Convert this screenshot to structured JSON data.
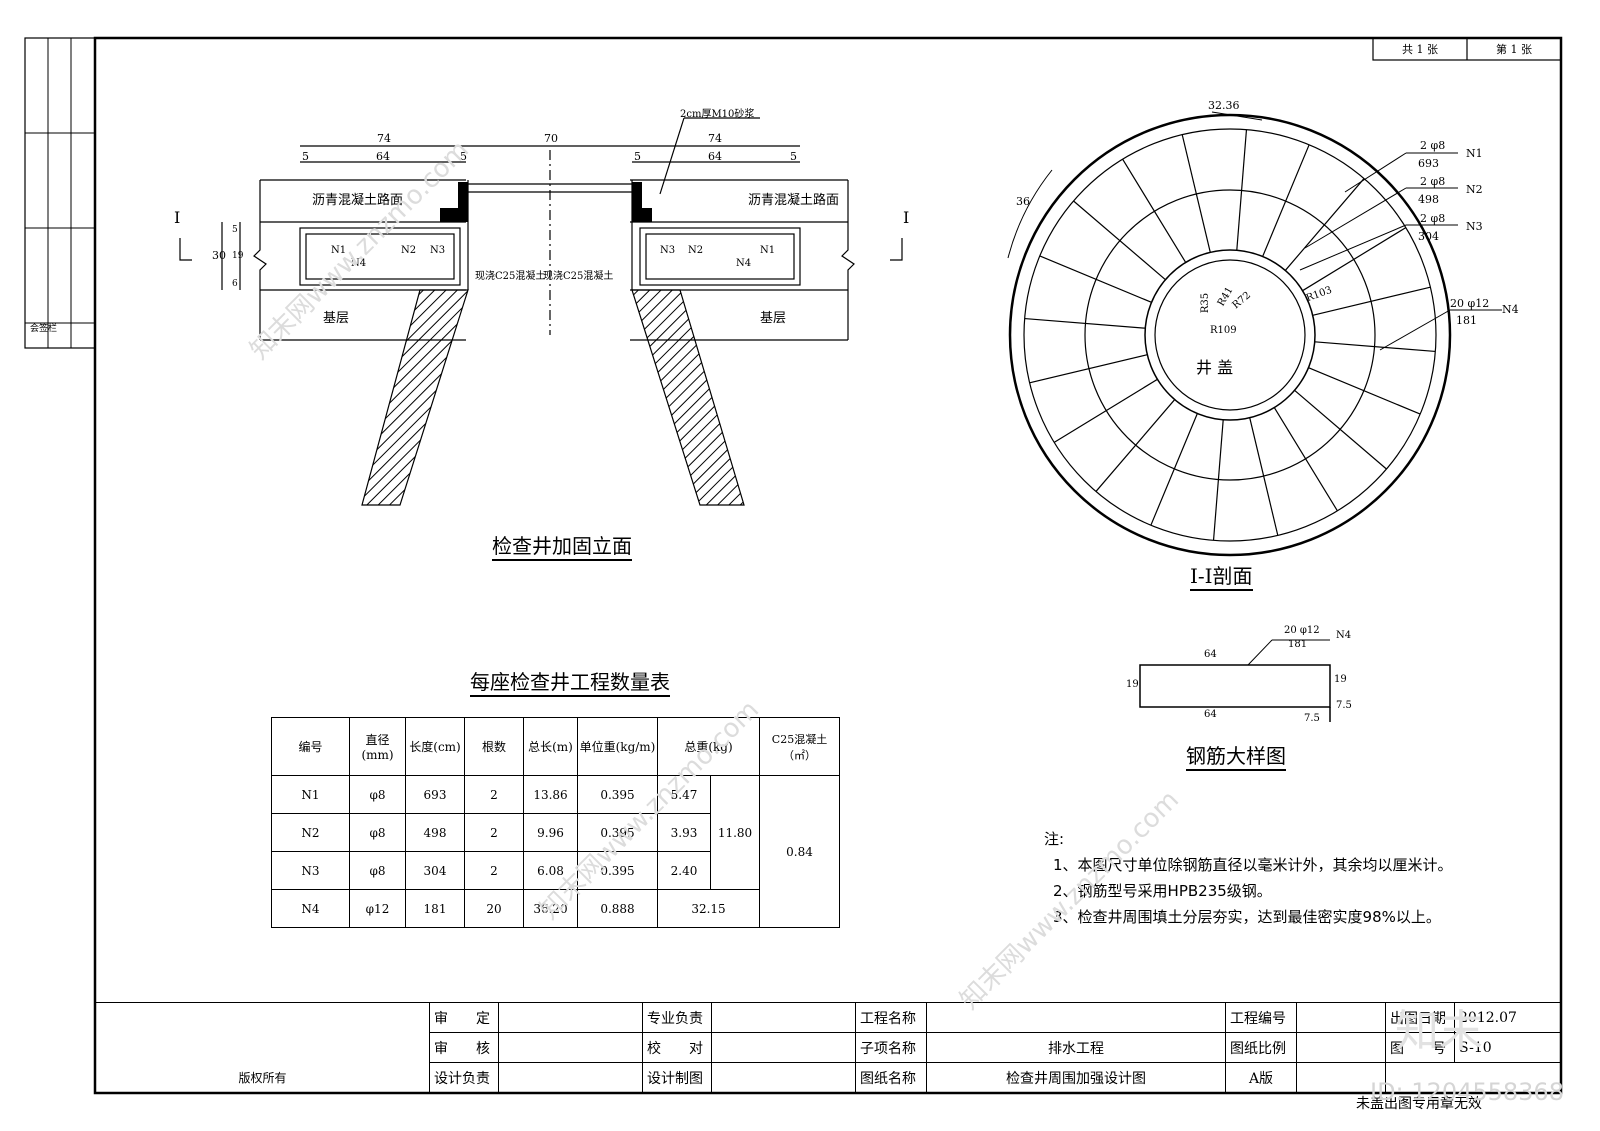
{
  "sheet": {
    "total_label": "共 1 张",
    "page_label": "第 1 张"
  },
  "side_strip": {
    "stamp_label": "会签栏"
  },
  "elevation": {
    "title": "检查井加固立面",
    "section_mark": "I",
    "dim_left_total": "74",
    "dim_left_inner": "64",
    "dim_left_a": "5",
    "dim_left_b": "5",
    "dim_center": "70",
    "dim_right_total": "74",
    "dim_right_inner": "64",
    "dim_right_a": "5",
    "dim_right_b": "5",
    "mortar_label": "2cm厚M10砂浆",
    "pavement_left": "沥青混凝土路面",
    "pavement_right": "沥青混凝土路面",
    "base_left": "基层",
    "base_right": "基层",
    "concrete_left": "现浇C25混凝土",
    "concrete_right": "现浇C25混凝土",
    "h_total": "30",
    "h_a": "5",
    "h_b": "19",
    "h_c": "6",
    "bars": [
      "N1",
      "N2",
      "N3",
      "N4"
    ]
  },
  "section": {
    "title": "I-I剖面",
    "dim_top": "32.36",
    "dim_arc": "36",
    "r_labels": [
      "R35",
      "R41",
      "R72",
      "R103",
      "R109"
    ],
    "cover_label": "井 盖",
    "leaders": [
      {
        "qty": "2 φ8",
        "len": "693",
        "id": "N1"
      },
      {
        "qty": "2 φ8",
        "len": "498",
        "id": "N2"
      },
      {
        "qty": "2 φ8",
        "len": "304",
        "id": "N3"
      },
      {
        "qty": "20 φ12",
        "len": "181",
        "id": "N4"
      }
    ]
  },
  "detail": {
    "title": "钢筋大样图",
    "qty": "20 φ12",
    "len": "181",
    "id": "N4",
    "top": "64",
    "bottom": "64",
    "left": "19",
    "right": "19",
    "hook_a": "7.5",
    "hook_b": "7.5"
  },
  "quantity_table": {
    "title": "每座检查井工程数量表",
    "headers": [
      "编号",
      "直径(mm)",
      "长度(cm)",
      "根数",
      "总长(m)",
      "单位重(kg/m)",
      "总重(kg)",
      "C25混凝土（㎡）"
    ],
    "rows": [
      {
        "id": "N1",
        "dia": "φ8",
        "len": "693",
        "count": "2",
        "total_len": "13.86",
        "unit_w": "0.395",
        "w": "5.47"
      },
      {
        "id": "N2",
        "dia": "φ8",
        "len": "498",
        "count": "2",
        "total_len": "9.96",
        "unit_w": "0.395",
        "w": "3.93"
      },
      {
        "id": "N3",
        "dia": "φ8",
        "len": "304",
        "count": "2",
        "total_len": "6.08",
        "unit_w": "0.395",
        "w": "2.40"
      },
      {
        "id": "N4",
        "dia": "φ12",
        "len": "181",
        "count": "20",
        "total_len": "36.20",
        "unit_w": "0.888",
        "w": "32.15"
      }
    ],
    "subtotal_n1_n3": "11.80",
    "concrete": "0.84"
  },
  "notes": {
    "heading": "注:",
    "items": [
      "1、本图尺寸单位除钢筋直径以毫米计外，其余均以厘米计。",
      "2、钢筋型号采用HPB235级钢。",
      "3、检查井周围填土分层夯实，达到最佳密实度98%以上。"
    ]
  },
  "title_block": {
    "copyright": "版权所有",
    "r1": {
      "a": "审　　定",
      "b": "专业负责",
      "c": "工程名称",
      "c_val": "",
      "d": "工程编号",
      "e": "出图日期",
      "e_val": "2012.07"
    },
    "r2": {
      "a": "审　　核",
      "b": "校　　对",
      "c": "子项名称",
      "c_val": "排水工程",
      "d": "图纸比例",
      "e": "图　　号",
      "e_val": "S-10"
    },
    "r3": {
      "a": "设计负责",
      "b": "设计制图",
      "c": "图纸名称",
      "c_val": "检查井周围加强设计图",
      "d": "A版"
    },
    "stamp_note": "未盖出图专用章无效"
  },
  "watermark": {
    "text": "知末网www.znzmo.com",
    "id_label": "ID: 1204558368",
    "logo": "知末"
  }
}
